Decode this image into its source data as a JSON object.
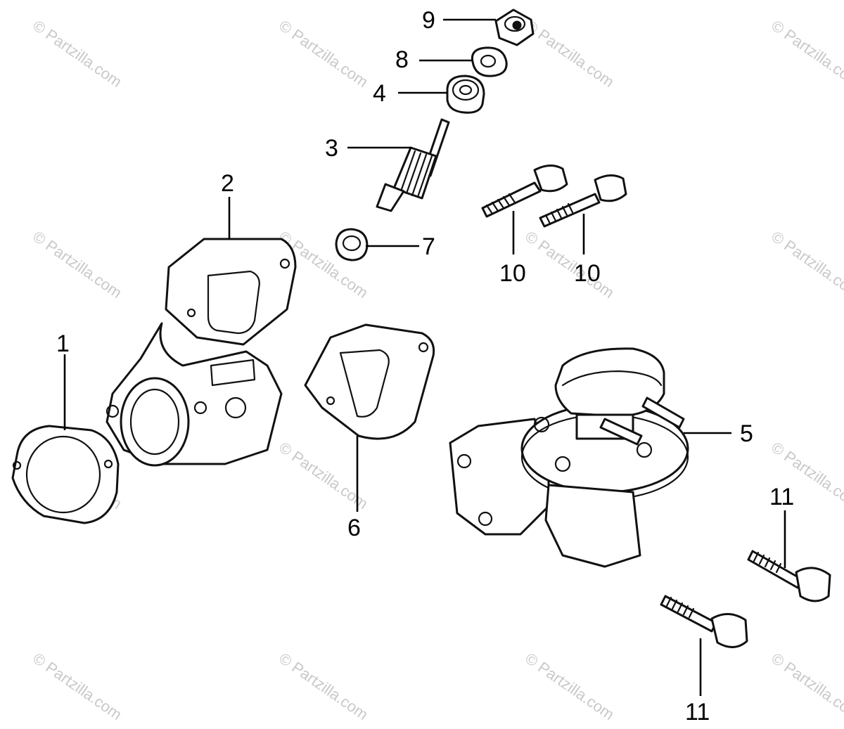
{
  "callouts": {
    "c1": "1",
    "c2": "2",
    "c3": "3",
    "c4": "4",
    "c5": "5",
    "c6": "6",
    "c7": "7",
    "c8": "8",
    "c9": "9",
    "c10a": "10",
    "c10b": "10",
    "c11a": "11",
    "c11b": "11"
  },
  "watermark": "© Partzilla.com",
  "colors": {
    "line": "#111111",
    "watermark": "#c9c9c9",
    "background": "#ffffff"
  }
}
